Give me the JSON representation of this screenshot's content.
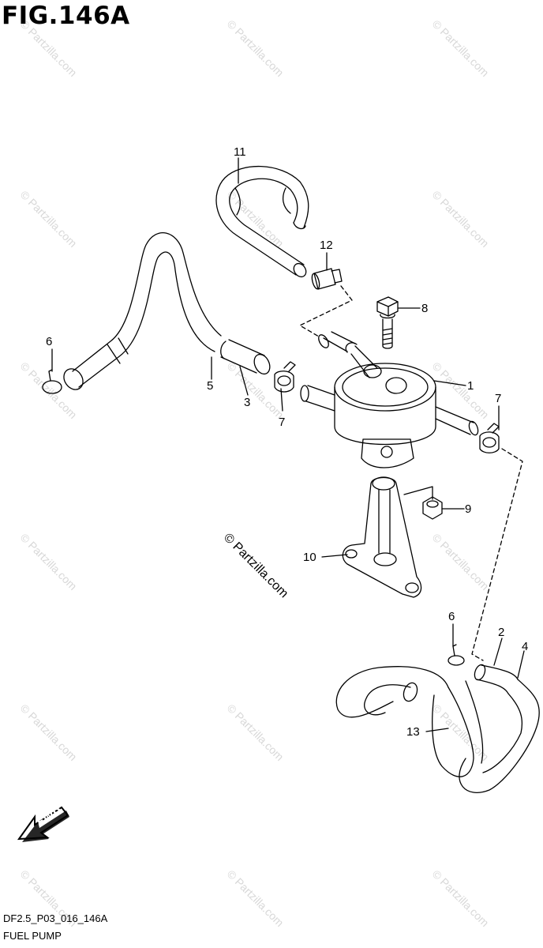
{
  "figure": {
    "title": "FIG.146A",
    "code": "DF2.5_P03_016_146A",
    "name": "FUEL PUMP"
  },
  "fwd_label": "FWD",
  "watermark": "© Partzilla.com",
  "callouts": {
    "c1": "1",
    "c2": "2",
    "c3": "3",
    "c4": "4",
    "c5": "5",
    "c6a": "6",
    "c6b": "6",
    "c7a": "7",
    "c7b": "7",
    "c8": "8",
    "c9": "9",
    "c10": "10",
    "c11": "11",
    "c12": "12",
    "c13": "13"
  }
}
